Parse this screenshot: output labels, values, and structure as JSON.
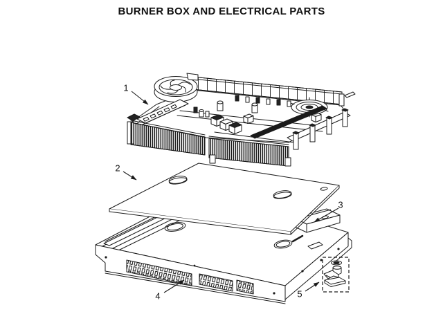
{
  "title": "BURNER BOX AND ELECTRICAL PARTS",
  "parts": [
    {
      "label": "1"
    },
    {
      "label": "2"
    },
    {
      "label": "3"
    },
    {
      "label": "4"
    },
    {
      "label": "5"
    }
  ]
}
